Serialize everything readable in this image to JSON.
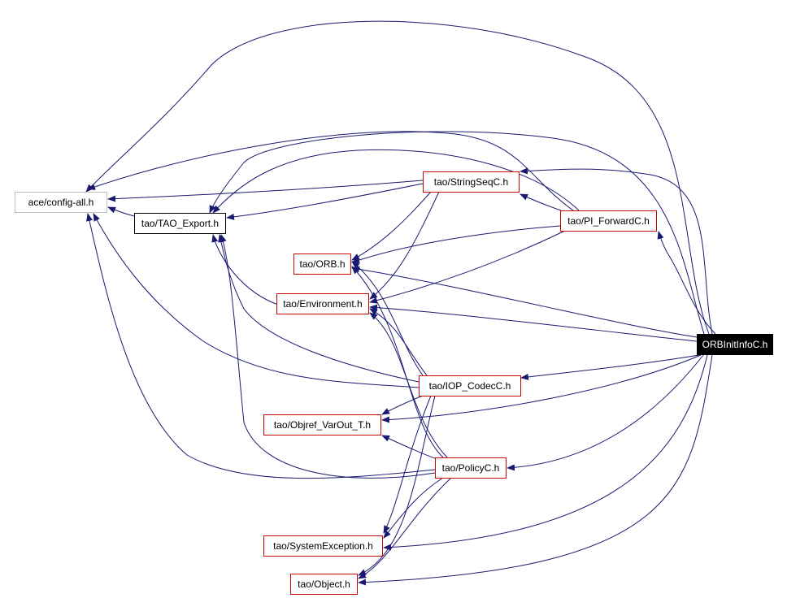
{
  "diagram": {
    "colors": {
      "edge": "#191970",
      "node_red_border": "#cc0000",
      "node_black_border": "#000000",
      "node_gray_border": "#bfbfbf",
      "focus_fill": "#000000",
      "focus_text": "#ffffff",
      "text": "#000000"
    },
    "nodes": [
      {
        "id": "config_all",
        "label": "ace/config-all.h",
        "style": "gray"
      },
      {
        "id": "tao_export",
        "label": "tao/TAO_Export.h",
        "style": "black"
      },
      {
        "id": "stringseq",
        "label": "tao/StringSeqC.h",
        "style": "red"
      },
      {
        "id": "pi_forward",
        "label": "tao/PI_ForwardC.h",
        "style": "red"
      },
      {
        "id": "orb",
        "label": "tao/ORB.h",
        "style": "red"
      },
      {
        "id": "environment",
        "label": "tao/Environment.h",
        "style": "red"
      },
      {
        "id": "orbinitinfo",
        "label": "ORBInitInfoC.h",
        "style": "focus"
      },
      {
        "id": "iop_codec",
        "label": "tao/IOP_CodecC.h",
        "style": "red"
      },
      {
        "id": "objref",
        "label": "tao/Objref_VarOut_T.h",
        "style": "red"
      },
      {
        "id": "policy",
        "label": "tao/PolicyC.h",
        "style": "red"
      },
      {
        "id": "sysexc",
        "label": "tao/SystemException.h",
        "style": "red"
      },
      {
        "id": "object",
        "label": "tao/Object.h",
        "style": "red"
      }
    ],
    "edges": [
      {
        "from": "orbinitinfo",
        "to": "config_all"
      },
      {
        "from": "orbinitinfo",
        "to": "tao_export"
      },
      {
        "from": "orbinitinfo",
        "to": "stringseq"
      },
      {
        "from": "orbinitinfo",
        "to": "pi_forward"
      },
      {
        "from": "orbinitinfo",
        "to": "orb"
      },
      {
        "from": "orbinitinfo",
        "to": "environment"
      },
      {
        "from": "orbinitinfo",
        "to": "iop_codec"
      },
      {
        "from": "orbinitinfo",
        "to": "objref"
      },
      {
        "from": "orbinitinfo",
        "to": "policy"
      },
      {
        "from": "orbinitinfo",
        "to": "sysexc"
      },
      {
        "from": "orbinitinfo",
        "to": "object"
      },
      {
        "from": "stringseq",
        "to": "config_all"
      },
      {
        "from": "stringseq",
        "to": "tao_export"
      },
      {
        "from": "stringseq",
        "to": "orb"
      },
      {
        "from": "stringseq",
        "to": "environment"
      },
      {
        "from": "pi_forward",
        "to": "config_all"
      },
      {
        "from": "pi_forward",
        "to": "tao_export"
      },
      {
        "from": "pi_forward",
        "to": "stringseq"
      },
      {
        "from": "pi_forward",
        "to": "orb"
      },
      {
        "from": "pi_forward",
        "to": "environment"
      },
      {
        "from": "tao_export",
        "to": "config_all"
      },
      {
        "from": "environment",
        "to": "tao_export"
      },
      {
        "from": "iop_codec",
        "to": "config_all"
      },
      {
        "from": "iop_codec",
        "to": "tao_export"
      },
      {
        "from": "iop_codec",
        "to": "orb"
      },
      {
        "from": "iop_codec",
        "to": "environment"
      },
      {
        "from": "iop_codec",
        "to": "objref"
      },
      {
        "from": "policy",
        "to": "config_all"
      },
      {
        "from": "policy",
        "to": "tao_export"
      },
      {
        "from": "policy",
        "to": "orb"
      },
      {
        "from": "policy",
        "to": "environment"
      },
      {
        "from": "policy",
        "to": "objref"
      },
      {
        "from": "policy",
        "to": "sysexc"
      },
      {
        "from": "policy",
        "to": "object"
      },
      {
        "from": "iop_codec",
        "to": "sysexc"
      },
      {
        "from": "iop_codec",
        "to": "object"
      }
    ]
  }
}
